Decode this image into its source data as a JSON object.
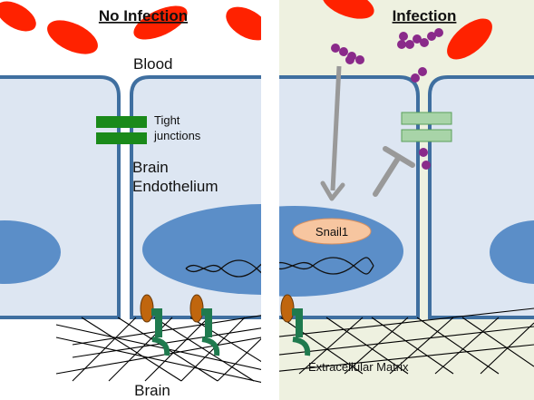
{
  "panels": {
    "left": {
      "title": "No Infection"
    },
    "right": {
      "title": "Infection"
    }
  },
  "labels": {
    "blood": "Blood",
    "tight_junctions_line1": "Tight",
    "tight_junctions_line2": "junctions",
    "brain_endothelium_line1": "Brain",
    "brain_endothelium_line2": "Endothelium",
    "snail1": "Snail1",
    "extracellular_matrix": "Extracellular Matrix",
    "brain": "Brain"
  },
  "colors": {
    "red_blood_cell": "#ff2200",
    "cell_fill": "#dde6f2",
    "cell_border": "#3f6fa0",
    "nucleus": "#5b8ec8",
    "tight_junction": "#1a8a1a",
    "tight_junction_disrupted": "#a8d4a8",
    "bacteria": "#8a2a8a",
    "snail1_fill": "#f7c6a0",
    "arrow_gray": "#999999",
    "integrin_orange": "#c0660e",
    "receptor_green": "#1f7a4e",
    "right_background": "#eef1e0"
  }
}
